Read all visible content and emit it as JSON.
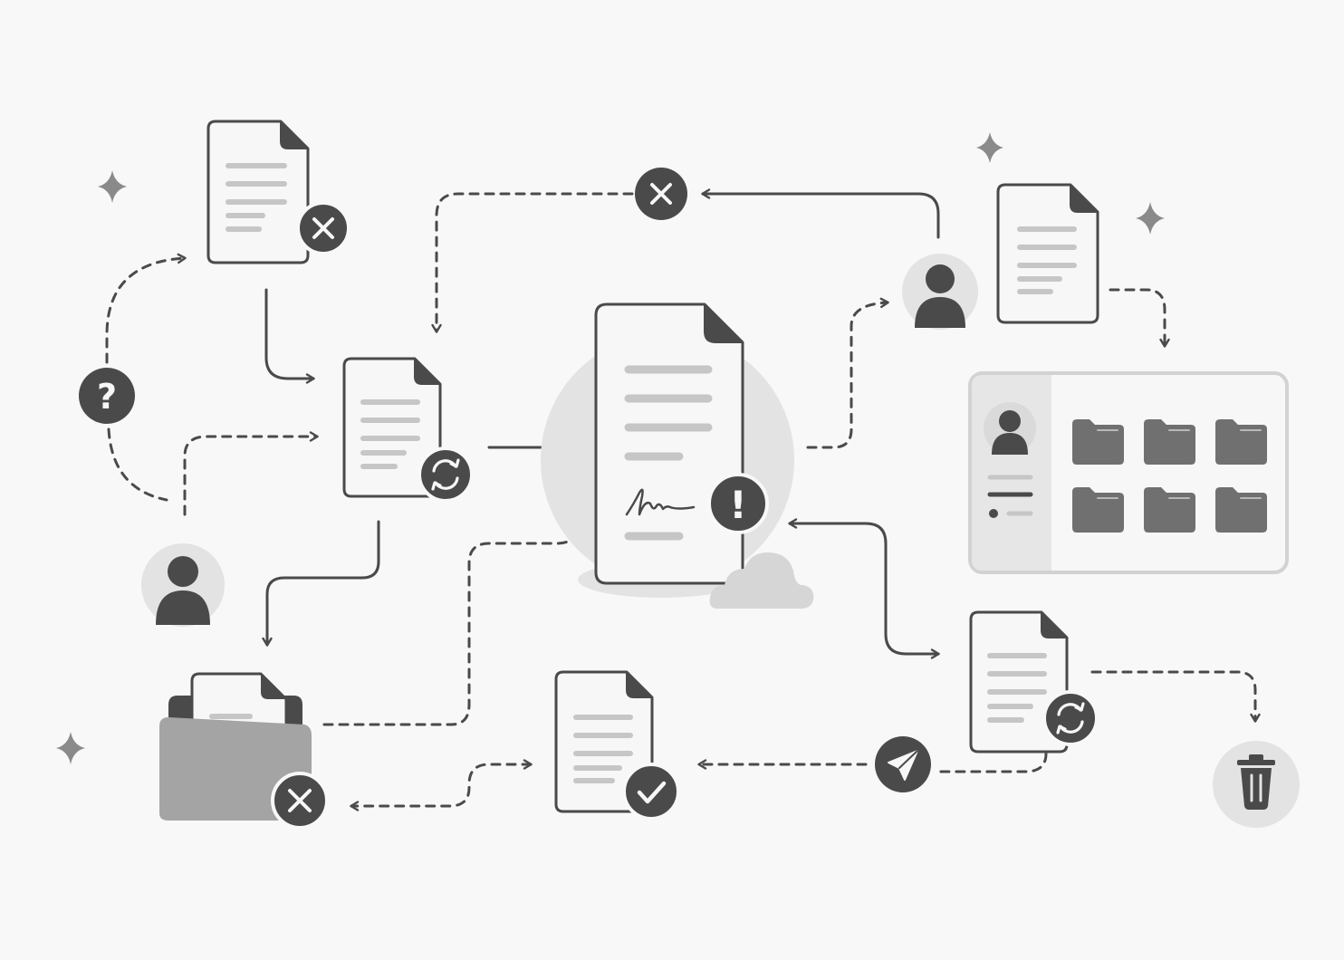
{
  "diagram": {
    "kind": "document-workflow",
    "palette": {
      "background": "#f8f8f8",
      "ink": "#4a4a4a",
      "paper": "#f7f7f7",
      "line": "#c6c6c6",
      "soft": "#e3e3e3",
      "folder": "#9e9e9e"
    },
    "nodes": [
      {
        "id": "doc-top-left",
        "kind": "document",
        "badge": "close-icon"
      },
      {
        "id": "doc-mid-left",
        "kind": "document",
        "badge": "sync-icon"
      },
      {
        "id": "doc-central-signed",
        "kind": "document",
        "badge": "exclamation-icon"
      },
      {
        "id": "doc-top-right",
        "kind": "document",
        "badge": null
      },
      {
        "id": "doc-bottom-mid",
        "kind": "document",
        "badge": "checkmark-icon"
      },
      {
        "id": "doc-bottom-right",
        "kind": "document",
        "badge": "sync-icon"
      },
      {
        "id": "folder-rejected",
        "kind": "folder",
        "badge": "close-icon"
      },
      {
        "id": "user-left",
        "kind": "user"
      },
      {
        "id": "user-right",
        "kind": "user"
      },
      {
        "id": "user-panel",
        "kind": "panel",
        "folders": 6
      },
      {
        "id": "reject-node",
        "kind": "status",
        "icon": "close-icon"
      },
      {
        "id": "question-node",
        "kind": "status",
        "icon": "question-icon"
      },
      {
        "id": "send-node",
        "kind": "status",
        "icon": "send-icon"
      },
      {
        "id": "trash-node",
        "kind": "status",
        "icon": "trash-icon"
      },
      {
        "id": "cloud",
        "kind": "decoration",
        "icon": "cloud-icon"
      }
    ],
    "edges": [
      {
        "from": "doc-top-left",
        "to": "doc-mid-left",
        "style": "solid"
      },
      {
        "from": "doc-mid-left",
        "to": "doc-central-signed",
        "style": "solid"
      },
      {
        "from": "doc-mid-left",
        "to": "folder-rejected",
        "style": "solid"
      },
      {
        "from": "user-right",
        "to": "reject-node",
        "style": "solid"
      },
      {
        "from": "reject-node",
        "to": "doc-mid-left",
        "style": "dashed"
      },
      {
        "from": "question-node",
        "to": "doc-top-left",
        "style": "dashed"
      },
      {
        "from": "question-node",
        "to": "user-left",
        "style": "dashed"
      },
      {
        "from": "user-left",
        "to": "doc-mid-left",
        "style": "dashed"
      },
      {
        "from": "doc-central-signed",
        "to": "user-right",
        "style": "dashed"
      },
      {
        "from": "doc-top-right",
        "to": "user-panel",
        "style": "dashed"
      },
      {
        "from": "doc-central-signed",
        "to": "doc-bottom-right",
        "style": "solid-bidirectional"
      },
      {
        "from": "doc-bottom-right",
        "to": "trash-node",
        "style": "dashed"
      },
      {
        "from": "doc-bottom-right",
        "to": "send-node",
        "style": "dashed"
      },
      {
        "from": "send-node",
        "to": "doc-bottom-mid",
        "style": "dashed"
      },
      {
        "from": "doc-bottom-mid",
        "to": "folder-rejected",
        "style": "dashed-bidirectional"
      },
      {
        "from": "folder-rejected",
        "to": "doc-central-signed",
        "style": "dashed"
      }
    ],
    "question_mark": "?",
    "exclamation_mark": "!"
  }
}
